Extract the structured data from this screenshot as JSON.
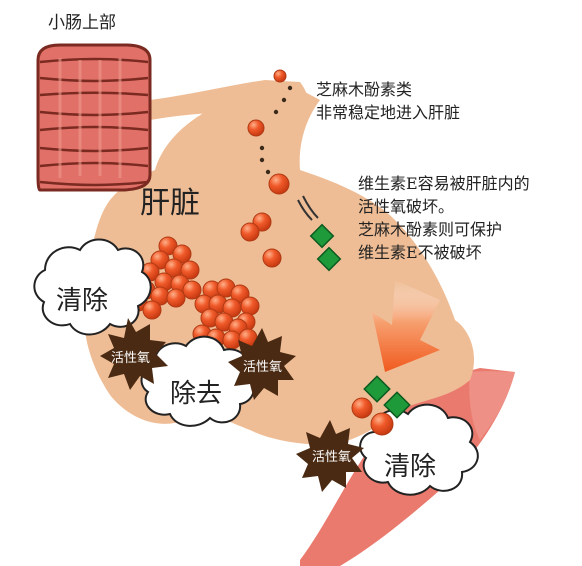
{
  "labels": {
    "intestine": "小肠上部",
    "liver": "肝脏",
    "note1": [
      "芝麻木酚素类",
      "非常稳定地进入肝脏"
    ],
    "note2": [
      "维生素E容易被肝脏内的",
      "活性氧破坏。",
      "芝麻木酚素则可保护",
      "维生素E不被破坏"
    ],
    "clear_left": "清除",
    "remove": "除去",
    "clear_right": "清除",
    "ros": "活性氧"
  },
  "colors": {
    "liver": "#efbd95",
    "intestine": "#e07068",
    "intestine_outline": "#7a2a20",
    "sesamin": "#f05a2a",
    "vitamin_e": "#1f9a3a",
    "ros": "#4a2a12",
    "arrow": "#f05a1e",
    "vessel": "#ea7a6e"
  },
  "icons": [
    "intestine-icon",
    "sesamin-particle-icon",
    "vitamin-e-icon",
    "ros-burst-icon",
    "cloud-icon",
    "arrow-icon",
    "signal-icon"
  ]
}
